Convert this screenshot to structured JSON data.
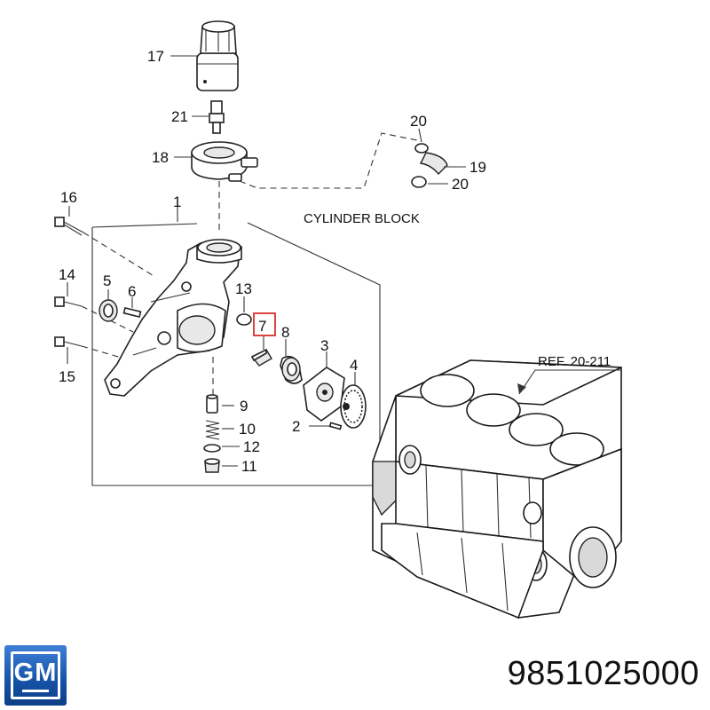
{
  "callouts": {
    "c1": "1",
    "c2": "2",
    "c3": "3",
    "c4": "4",
    "c5": "5",
    "c6": "6",
    "c7": "7",
    "c8": "8",
    "c9": "9",
    "c10": "10",
    "c11": "11",
    "c12": "12",
    "c13": "13",
    "c14": "14",
    "c15": "15",
    "c16": "16",
    "c17": "17",
    "c18": "18",
    "c19": "19",
    "c20a": "20",
    "c20b": "20",
    "c21": "21"
  },
  "labels": {
    "cylinder_block": "CYLINDER BLOCK",
    "ref": "REF. 20-211"
  },
  "highlight": {
    "part": "7",
    "color": "#d9302a"
  },
  "brand": {
    "logo_text": "GM",
    "logo_color": "#1552a8"
  },
  "part_number": "9851025000"
}
